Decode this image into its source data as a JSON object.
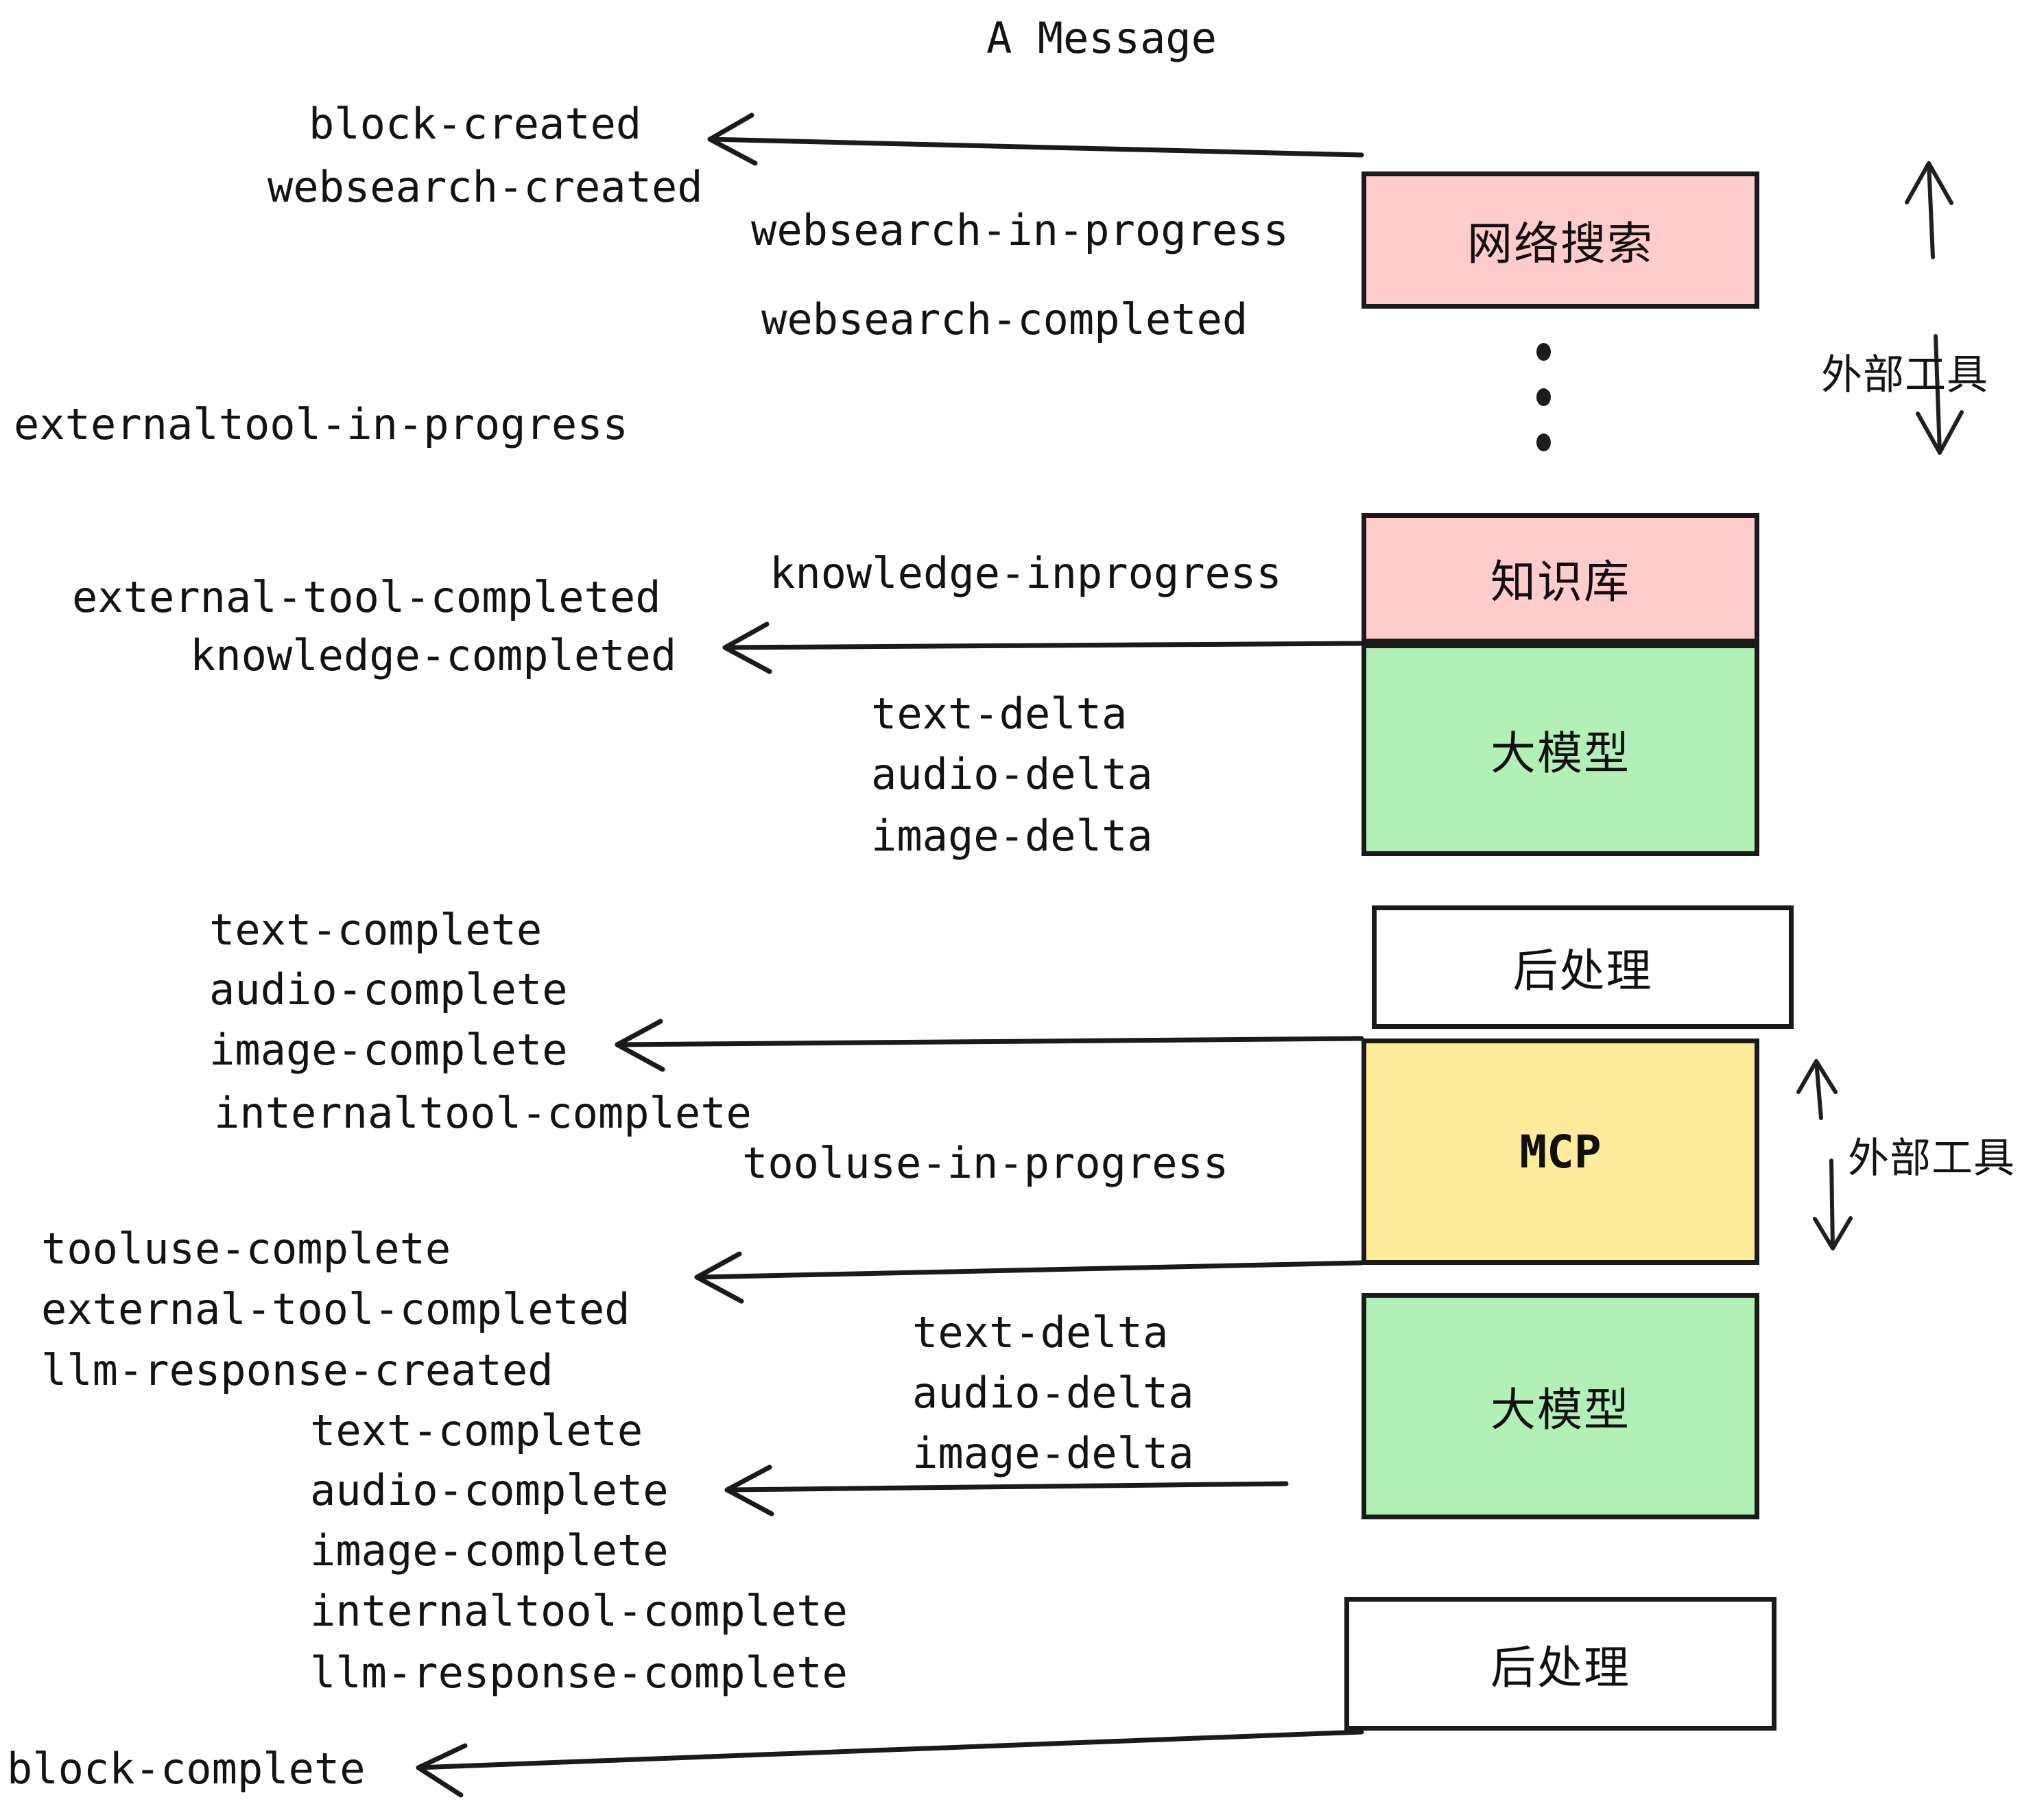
{
  "title": "A Message",
  "colors": {
    "pink": "#FFCCCC",
    "green": "#B3F0B8",
    "yellow": "#FFEB99",
    "white": "#FFFFFF",
    "stroke": "#1a1a1a",
    "text": "#131313"
  },
  "nodes": [
    {
      "id": "websearch",
      "label": "网络搜索",
      "fill": "#FFCCCC"
    },
    {
      "id": "knowledge",
      "label": "知识库",
      "fill": "#FFCCCC"
    },
    {
      "id": "llm-1",
      "label": "大模型",
      "fill": "#B3F0B8"
    },
    {
      "id": "postprocess-1",
      "label": "后处理",
      "fill": "#FFFFFF"
    },
    {
      "id": "mcp",
      "label": "MCP",
      "fill": "#FFEB99"
    },
    {
      "id": "llm-2",
      "label": "大模型",
      "fill": "#B3F0B8"
    },
    {
      "id": "postprocess-2",
      "label": "后处理",
      "fill": "#FFFFFF"
    }
  ],
  "side_labels": [
    {
      "id": "external-tools-top",
      "text": "外部工具"
    },
    {
      "id": "external-tools-bottom",
      "text": "外部工具"
    }
  ],
  "events": [
    {
      "id": "e01",
      "text": "block-created"
    },
    {
      "id": "e02",
      "text": "websearch-created"
    },
    {
      "id": "e03",
      "text": "websearch-in-progress"
    },
    {
      "id": "e04",
      "text": "websearch-completed"
    },
    {
      "id": "e05",
      "text": "externaltool-in-progress"
    },
    {
      "id": "e06",
      "text": "knowledge-inprogress"
    },
    {
      "id": "e07",
      "text": "external-tool-completed"
    },
    {
      "id": "e08",
      "text": "knowledge-completed"
    },
    {
      "id": "e09",
      "text": "text-delta"
    },
    {
      "id": "e10",
      "text": "audio-delta"
    },
    {
      "id": "e11",
      "text": "image-delta"
    },
    {
      "id": "e12",
      "text": "text-complete"
    },
    {
      "id": "e13",
      "text": "audio-complete"
    },
    {
      "id": "e14",
      "text": "image-complete"
    },
    {
      "id": "e15",
      "text": "internaltool-complete"
    },
    {
      "id": "e16",
      "text": "tooluse-in-progress"
    },
    {
      "id": "e17",
      "text": "tooluse-complete"
    },
    {
      "id": "e18",
      "text": "external-tool-completed"
    },
    {
      "id": "e19",
      "text": "llm-response-created"
    },
    {
      "id": "e20",
      "text": "text-complete"
    },
    {
      "id": "e21",
      "text": "audio-complete"
    },
    {
      "id": "e22",
      "text": "image-complete"
    },
    {
      "id": "e23",
      "text": "internaltool-complete"
    },
    {
      "id": "e24",
      "text": "llm-response-complete"
    },
    {
      "id": "e25",
      "text": "text-delta"
    },
    {
      "id": "e26",
      "text": "audio-delta"
    },
    {
      "id": "e27",
      "text": "image-delta"
    },
    {
      "id": "e28",
      "text": "block-complete"
    }
  ]
}
